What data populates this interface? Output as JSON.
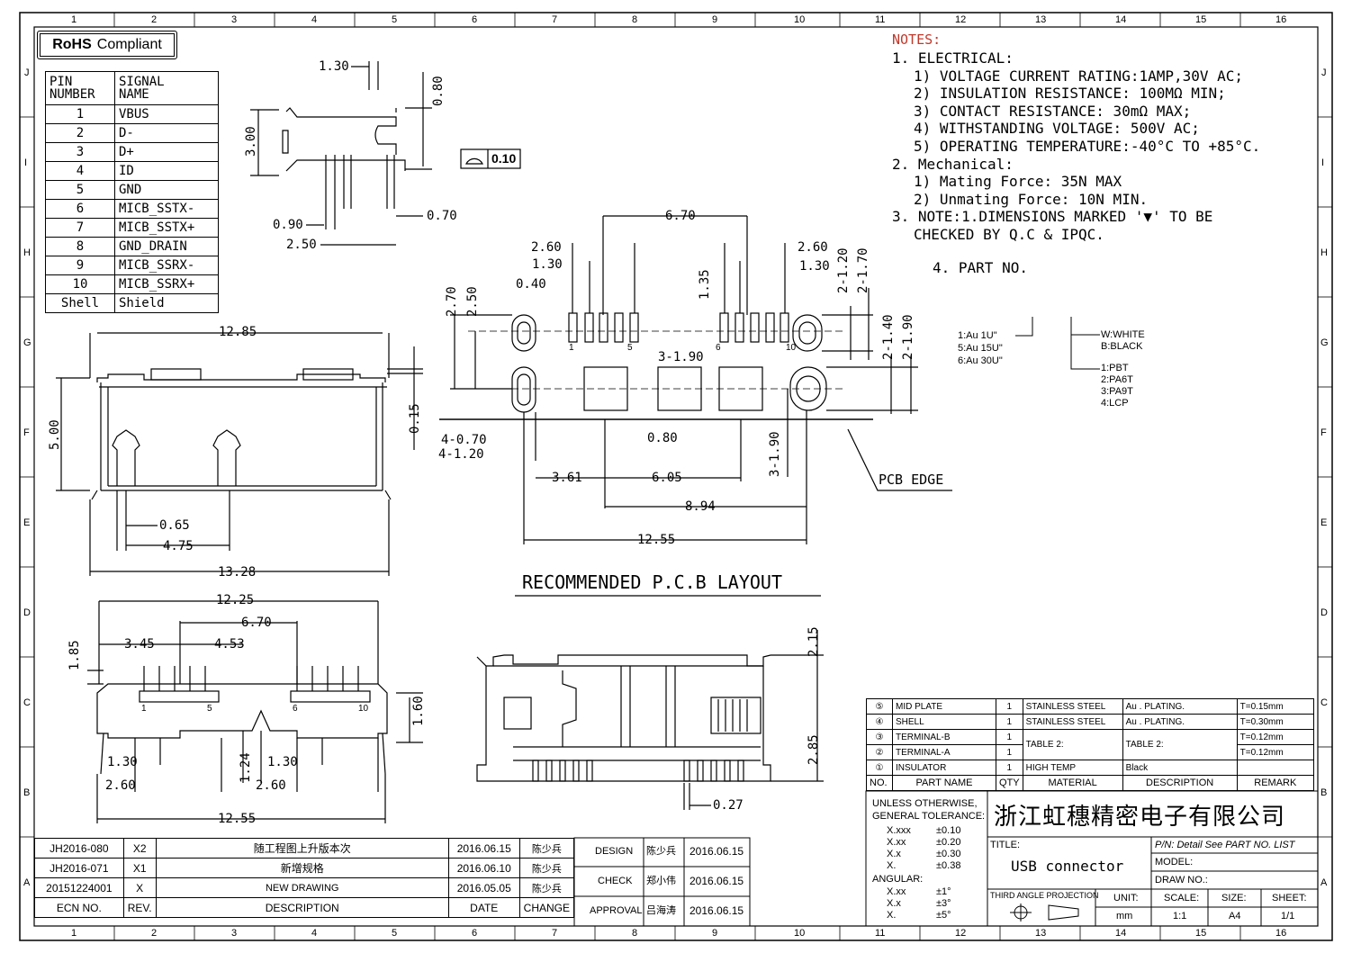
{
  "frame": {
    "col_labels": [
      "1",
      "2",
      "3",
      "4",
      "5",
      "6",
      "7",
      "8",
      "9",
      "10",
      "11",
      "12",
      "13",
      "14",
      "15",
      "16"
    ],
    "row_labels": [
      "J",
      "I",
      "H",
      "G",
      "F",
      "E",
      "D",
      "C",
      "B",
      "A"
    ]
  },
  "rohs": {
    "bold": "RoHS",
    "text": "Compliant"
  },
  "pin_table": {
    "header_pin": [
      "PIN",
      "NUMBER"
    ],
    "header_signal": [
      "SIGNAL",
      "NAME"
    ],
    "rows": [
      [
        "1",
        "VBUS"
      ],
      [
        "2",
        "D-"
      ],
      [
        "3",
        "D+"
      ],
      [
        "4",
        "ID"
      ],
      [
        "5",
        "GND"
      ],
      [
        "6",
        "MICB_SSTX-"
      ],
      [
        "7",
        "MICB_SSTX+"
      ],
      [
        "8",
        "GND_DRAIN"
      ],
      [
        "9",
        "MICB_SSRX-"
      ],
      [
        "10",
        "MICB_SSRX+"
      ],
      [
        "Shell",
        "Shield"
      ]
    ]
  },
  "notes": {
    "title": "NOTES:",
    "lines": [
      "1. ELECTRICAL:",
      "1) VOLTAGE CURRENT RATING:1AMP,30V AC;",
      "2) INSULATION RESISTANCE: 100MΩ MIN;",
      "3) CONTACT RESISTANCE: 30mΩ MAX;",
      "4) WITHSTANDING VOLTAGE: 500V AC;",
      "5) OPERATING TEMPERATURE:-40°C TO +85°C.",
      "2. Mechanical:",
      "1) Mating Force:  35N MAX",
      "2) Unmating Force:  10N MIN.",
      "3. NOTE:1.DIMENSIONS MARKED '▼' TO BE",
      "CHECKED BY Q.C & IPQC.",
      "4. PART NO."
    ],
    "part_no_left": [
      "1:Au  1U\"",
      "5:Au  15U\"",
      "6:Au  30U\""
    ],
    "part_no_color": [
      "W:WHITE",
      "B:BLACK"
    ],
    "part_no_material": [
      "1:PBT",
      "2:PA6T",
      "3:PA9T",
      "4:LCP"
    ]
  },
  "dims": {
    "side": [
      "1.30",
      "0.80",
      "3.00",
      "0.10",
      "0.90",
      "0.70",
      "2.50"
    ],
    "front": [
      "12.85",
      "5.00",
      "0.15",
      "0.65",
      "4.75",
      "13.28"
    ],
    "pcb": [
      "6.70",
      "2.60",
      "1.30",
      "0.40",
      "2.60",
      "1.30",
      "1.35",
      "2-1.20",
      "2-1.70",
      "2.70",
      "2.50",
      "2-1.40",
      "2-1.90",
      "3-1.90",
      "4-0.70",
      "4-1.20",
      "0.80",
      "3-1.90",
      "3.61",
      "6.05",
      "8.94",
      "12.55"
    ],
    "pcb_pin_labels": [
      "1",
      "5",
      "6",
      "10"
    ],
    "pcb_edge": "PCB EDGE",
    "pcb_title": "RECOMMENDED P.C.B LAYOUT",
    "bottom": [
      "12.25",
      "6.70",
      "3.45",
      "4.53",
      "1.85",
      "1.60",
      "1.30",
      "1.24",
      "1.30",
      "2.60",
      "2.60",
      "12.55"
    ],
    "bottom_pin_labels": [
      "1",
      "5",
      "6",
      "10"
    ],
    "section": [
      "2.15",
      "2.85",
      "0.27"
    ]
  },
  "bom": {
    "rows": [
      {
        "no": "⑤",
        "name": "MID PLATE",
        "qty": "1",
        "material": "STAINLESS STEEL",
        "desc": "Au . PLATING.",
        "remark": "T=0.15mm"
      },
      {
        "no": "④",
        "name": "SHELL",
        "qty": "1",
        "material": "STAINLESS STEEL",
        "desc": "Au . PLATING.",
        "remark": "T=0.30mm"
      },
      {
        "no": "③",
        "name": "TERMINAL-B",
        "qty": "1",
        "material": "TABLE 2:",
        "desc": "TABLE 2:",
        "remark": "T=0.12mm"
      },
      {
        "no": "②",
        "name": "TERMINAL-A",
        "qty": "1",
        "material": "",
        "desc": "",
        "remark": "T=0.12mm"
      },
      {
        "no": "①",
        "name": "INSULATOR",
        "qty": "1",
        "material": "HIGH TEMP",
        "desc": "Black",
        "remark": ""
      }
    ],
    "header": {
      "no": "NO.",
      "name": "PART NAME",
      "qty": "QTY",
      "material": "MATERIAL",
      "desc": "DESCRIPTION",
      "remark": "REMARK"
    }
  },
  "tolerance": {
    "title": [
      "UNLESS OTHERWISE,",
      "GENERAL TOLERANCE:"
    ],
    "lin": [
      [
        "X.xxx",
        "±0.10"
      ],
      [
        "X.xx",
        "±0.20"
      ],
      [
        "X.x",
        "±0.30"
      ],
      [
        "X.",
        "±0.38"
      ]
    ],
    "ang_title": "ANGULAR:",
    "ang": [
      [
        "X.xx",
        "±1°"
      ],
      [
        "X.x",
        "±3°"
      ],
      [
        "X.",
        "±5°"
      ]
    ]
  },
  "title_block": {
    "company": "浙江虹穗精密电子有限公司",
    "title_label": "TITLE:",
    "title_value": "USB connector",
    "pn": "P/N: Detail  See  PART  NO.  LIST",
    "model": "MODEL:",
    "draw_no": "DRAW  NO.:",
    "projection": "THIRD  ANGLE  PROJECTION",
    "unit_label": "UNIT:",
    "unit": "mm",
    "scale_label": "SCALE:",
    "scale": "1:1",
    "size_label": "SIZE:",
    "size": "A4",
    "sheet_label": "SHEET:",
    "sheet": "1/1"
  },
  "approvals": [
    {
      "role": "DESIGN",
      "name": "陈少兵",
      "date": "2016.06.15"
    },
    {
      "role": "CHECK",
      "name": "郑小伟",
      "date": "2016.06.15"
    },
    {
      "role": "APPROVAL",
      "name": "吕海涛",
      "date": "2016.06.15"
    }
  ],
  "revisions": {
    "rows": [
      {
        "ecn": "JH2016-080",
        "rev": "X2",
        "desc": "随工程图上升版本次",
        "date": "2016.06.15",
        "by": "陈少兵"
      },
      {
        "ecn": "JH2016-071",
        "rev": "X1",
        "desc": "新增规格",
        "date": "2016.06.10",
        "by": "陈少兵"
      },
      {
        "ecn": "20151224001",
        "rev": "X",
        "desc": "NEW DRAWING",
        "date": "2016.05.05",
        "by": "陈少兵"
      }
    ],
    "header": {
      "ecn": "ECN  NO.",
      "rev": "REV.",
      "desc": "DESCRIPTION",
      "date": "DATE",
      "by": "CHANGE"
    }
  }
}
